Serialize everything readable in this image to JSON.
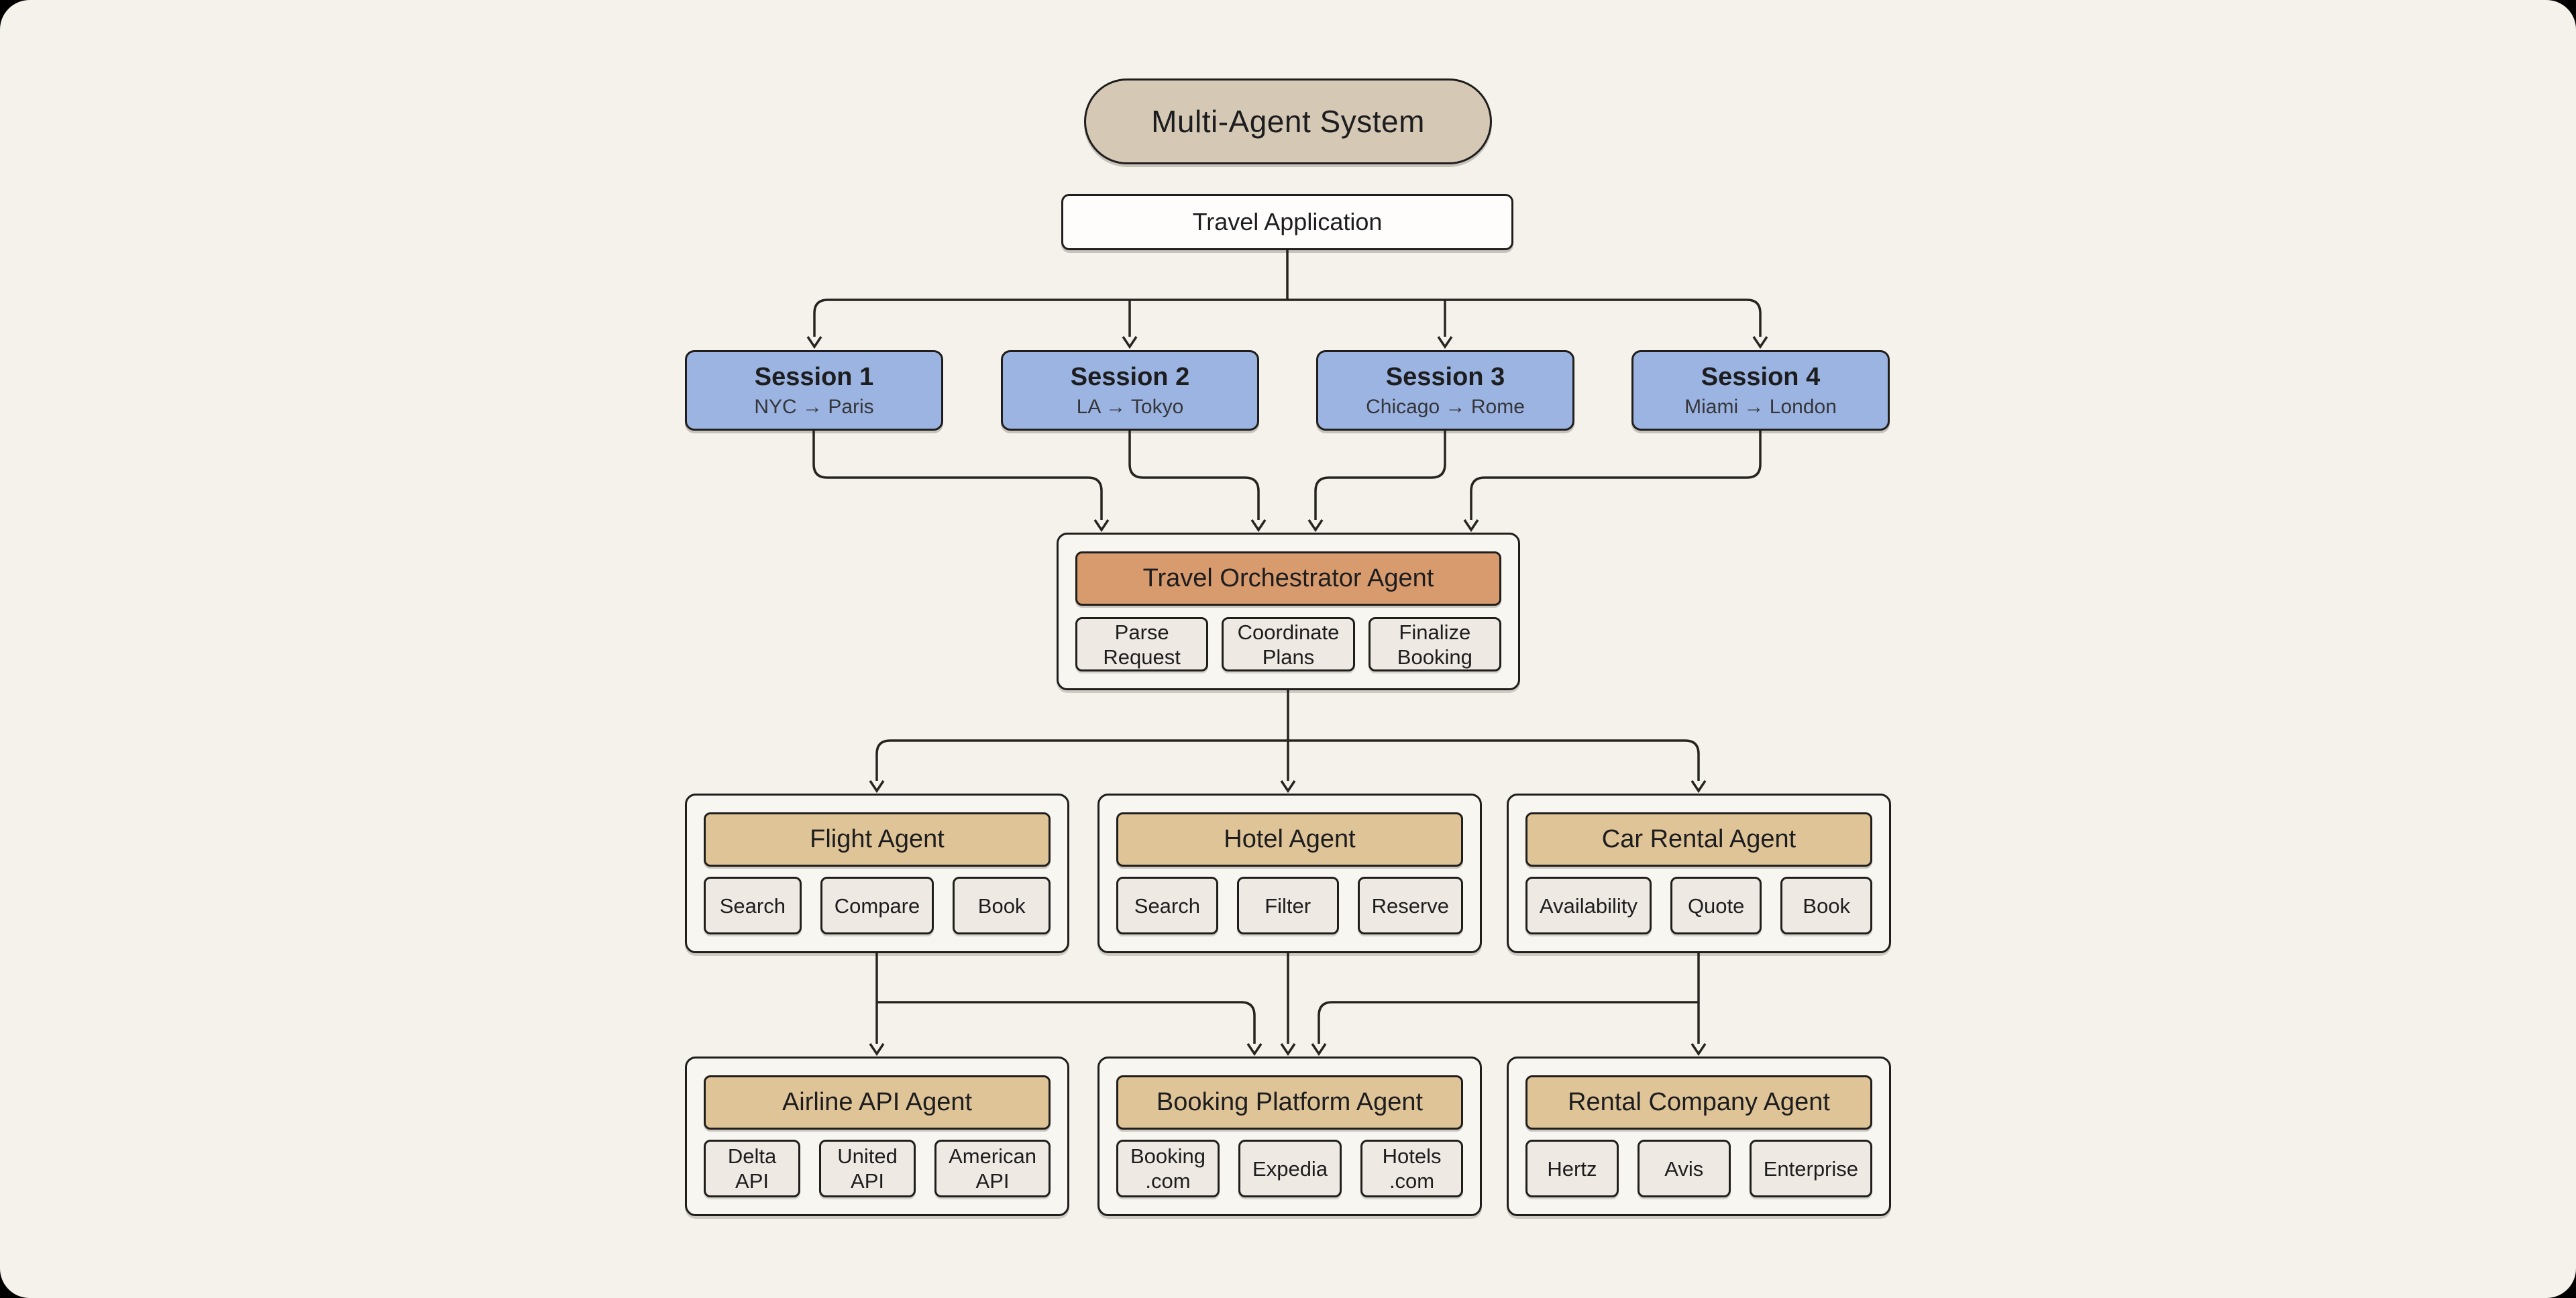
{
  "title": "Multi-Agent System",
  "app": {
    "label": "Travel Application"
  },
  "sessions": [
    {
      "label": "Session 1",
      "route": "NYC → Paris"
    },
    {
      "label": "Session 2",
      "route": "LA → Tokyo"
    },
    {
      "label": "Session 3",
      "route": "Chicago → Rome"
    },
    {
      "label": "Session 4",
      "route": "Miami → London"
    }
  ],
  "orchestrator": {
    "label": "Travel Orchestrator Agent",
    "tasks": [
      "Parse\nRequest",
      "Coordinate\nPlans",
      "Finalize\nBooking"
    ]
  },
  "agents": [
    {
      "label": "Flight Agent",
      "tasks": [
        "Search",
        "Compare",
        "Book"
      ]
    },
    {
      "label": "Hotel Agent",
      "tasks": [
        "Search",
        "Filter",
        "Reserve"
      ]
    },
    {
      "label": "Car Rental Agent",
      "tasks": [
        "Availability",
        "Quote",
        "Book"
      ]
    }
  ],
  "providers": [
    {
      "label": "Airline API Agent",
      "tasks": [
        "Delta\nAPI",
        "United\nAPI",
        "American\nAPI"
      ]
    },
    {
      "label": "Booking Platform Agent",
      "tasks": [
        "Booking\n.com",
        "Expedia",
        "Hotels\n.com"
      ]
    },
    {
      "label": "Rental Company Agent",
      "tasks": [
        "Hertz",
        "Avis",
        "Enterprise"
      ]
    }
  ],
  "colors": {
    "canvas": "#f5f2ec",
    "pill": "#d5c9b6",
    "session": "#9cb4e1",
    "orch": "#d89b6e",
    "gold": "#dfc497",
    "chip": "#eee9e2",
    "line": "#26241f"
  }
}
